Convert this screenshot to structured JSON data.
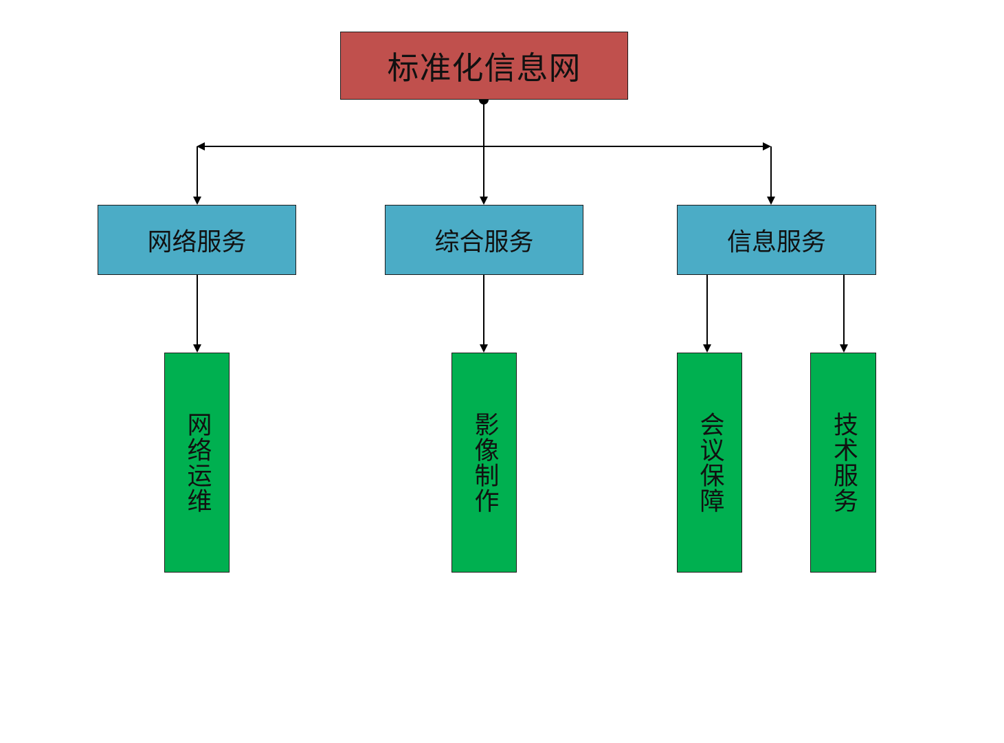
{
  "root": {
    "label": "标准化信息网",
    "color": "#c0504d"
  },
  "categories": [
    {
      "id": "network",
      "label": "网络服务",
      "color": "#4bacc6"
    },
    {
      "id": "general",
      "label": "综合服务",
      "color": "#4bacc6"
    },
    {
      "id": "info",
      "label": "信息服务",
      "color": "#4bacc6"
    }
  ],
  "leaves": [
    {
      "id": "netops",
      "parent": "network",
      "label": "网络运维",
      "color": "#00b050"
    },
    {
      "id": "video",
      "parent": "general",
      "label": "影像制作",
      "color": "#00b050"
    },
    {
      "id": "meeting",
      "parent": "info",
      "label": "会议保障",
      "color": "#00b050"
    },
    {
      "id": "tech",
      "parent": "info",
      "label": "技术服务",
      "color": "#00b050"
    }
  ],
  "colors": {
    "line": "#000000",
    "border": "#1a1a1a"
  }
}
